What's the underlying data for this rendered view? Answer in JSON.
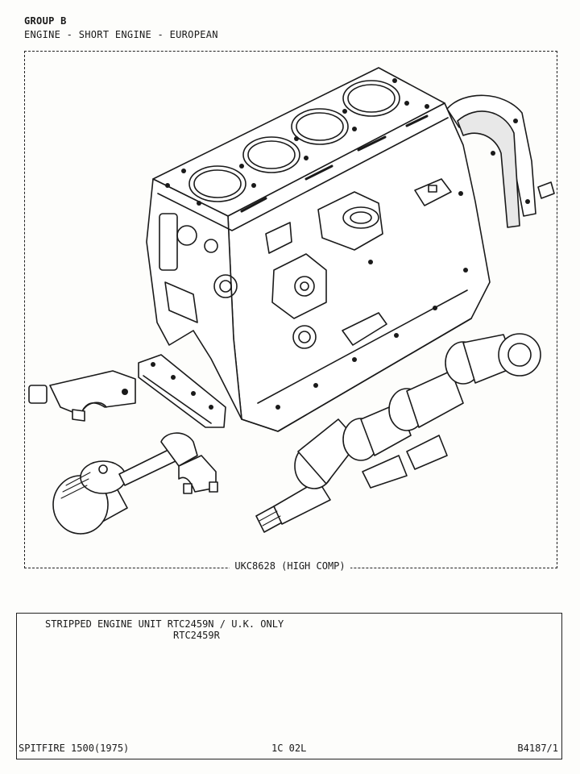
{
  "header": {
    "group": "GROUP B",
    "subtitle": "ENGINE - SHORT ENGINE - EUROPEAN"
  },
  "diagram": {
    "caption": "UKC8628 (HIGH COMP)",
    "parts": [
      "engine-block",
      "rear-oil-seal-housing",
      "main-bearing-cap",
      "front-main-cap",
      "crankshaft",
      "piston",
      "connecting-rod"
    ]
  },
  "parts_box": {
    "line1": "STRIPPED ENGINE UNIT RTC2459N / U.K. ONLY",
    "line2": "RTC2459R"
  },
  "footer": {
    "model": "SPITFIRE 1500(1975)",
    "page": "1C 02L",
    "ref": "B4187/1"
  }
}
